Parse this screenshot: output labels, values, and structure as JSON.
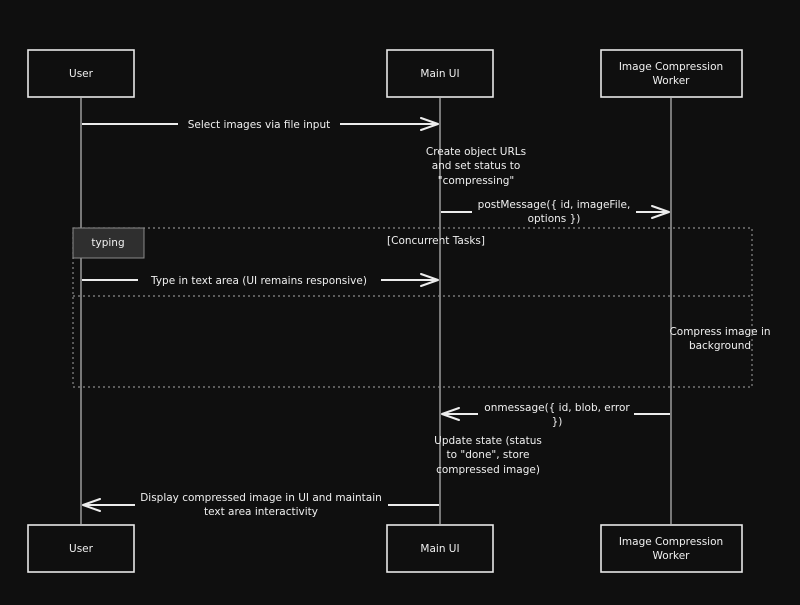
{
  "actors": {
    "user": "User",
    "main_ui": "Main UI",
    "worker_line1": "Image Compression",
    "worker_line2": "Worker"
  },
  "messages": {
    "select_images": "Select images via file input",
    "create_urls": [
      "Create object URLs",
      "and set status to",
      "\"compressing\""
    ],
    "post_message": [
      "postMessage({ id, imageFile,",
      "options })"
    ],
    "type_text": "Type in text area (UI remains responsive)",
    "compress": [
      "Compress image in",
      "background"
    ],
    "on_message": [
      "onmessage({ id, blob, error",
      "})"
    ],
    "update_state": [
      "Update state (status",
      "to \"done\", store",
      "compressed image)"
    ],
    "display": [
      "Display compressed image in UI and maintain",
      "text area interactivity"
    ]
  },
  "loop": {
    "tab_label": "typing",
    "title": "[Concurrent Tasks]"
  },
  "colors": {
    "background": "#0f0f0f",
    "stroke": "#e8e8e8",
    "text": "#f0f0f0",
    "loop_border": "#8a8a8a",
    "loop_tab_fill": "#2f2f2f"
  }
}
